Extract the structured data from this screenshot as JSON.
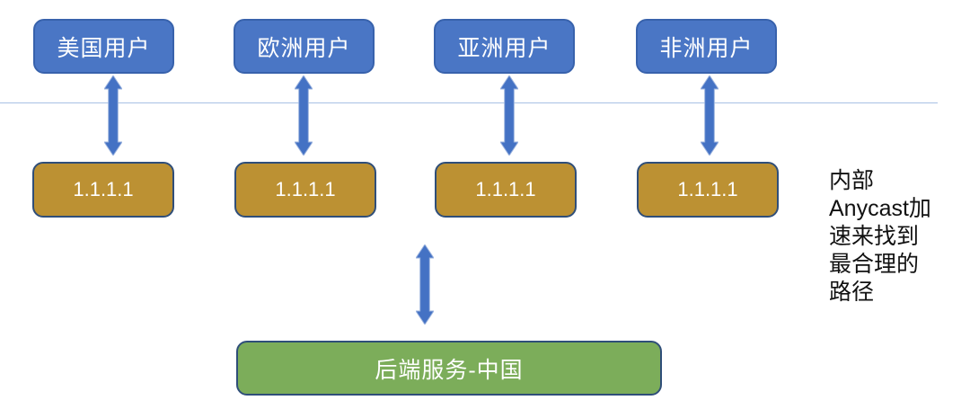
{
  "diagram": {
    "title_semantic": "anycast-routing-diagram",
    "user_nodes": [
      {
        "id": "us",
        "label": "美国用户"
      },
      {
        "id": "europe",
        "label": "欧洲用户"
      },
      {
        "id": "asia",
        "label": "亚洲用户"
      },
      {
        "id": "africa",
        "label": "非洲用户"
      }
    ],
    "resolver_nodes": [
      {
        "label": "1.1.1.1"
      },
      {
        "label": "1.1.1.1"
      },
      {
        "label": "1.1.1.1"
      },
      {
        "label": "1.1.1.1"
      }
    ],
    "backend_node": {
      "label": "后端服务-中国"
    },
    "side_note": {
      "lines": [
        "内部",
        "Anycast加",
        "速来找到",
        "最合理的",
        "路径"
      ]
    },
    "colors": {
      "user_fill": "#4A76C5",
      "user_border": "#3862AC",
      "resolver_fill": "#BC9133",
      "resolver_border": "#2F4E79",
      "backend_fill": "#7CAD5A",
      "backend_border": "#2F4E79",
      "arrow_fill": "#4472C4",
      "arrow_edge": "#9AB2DE",
      "divider_line": "#A8C0E4",
      "node_text": "#FFFFFF",
      "note_text": "#111111"
    }
  }
}
